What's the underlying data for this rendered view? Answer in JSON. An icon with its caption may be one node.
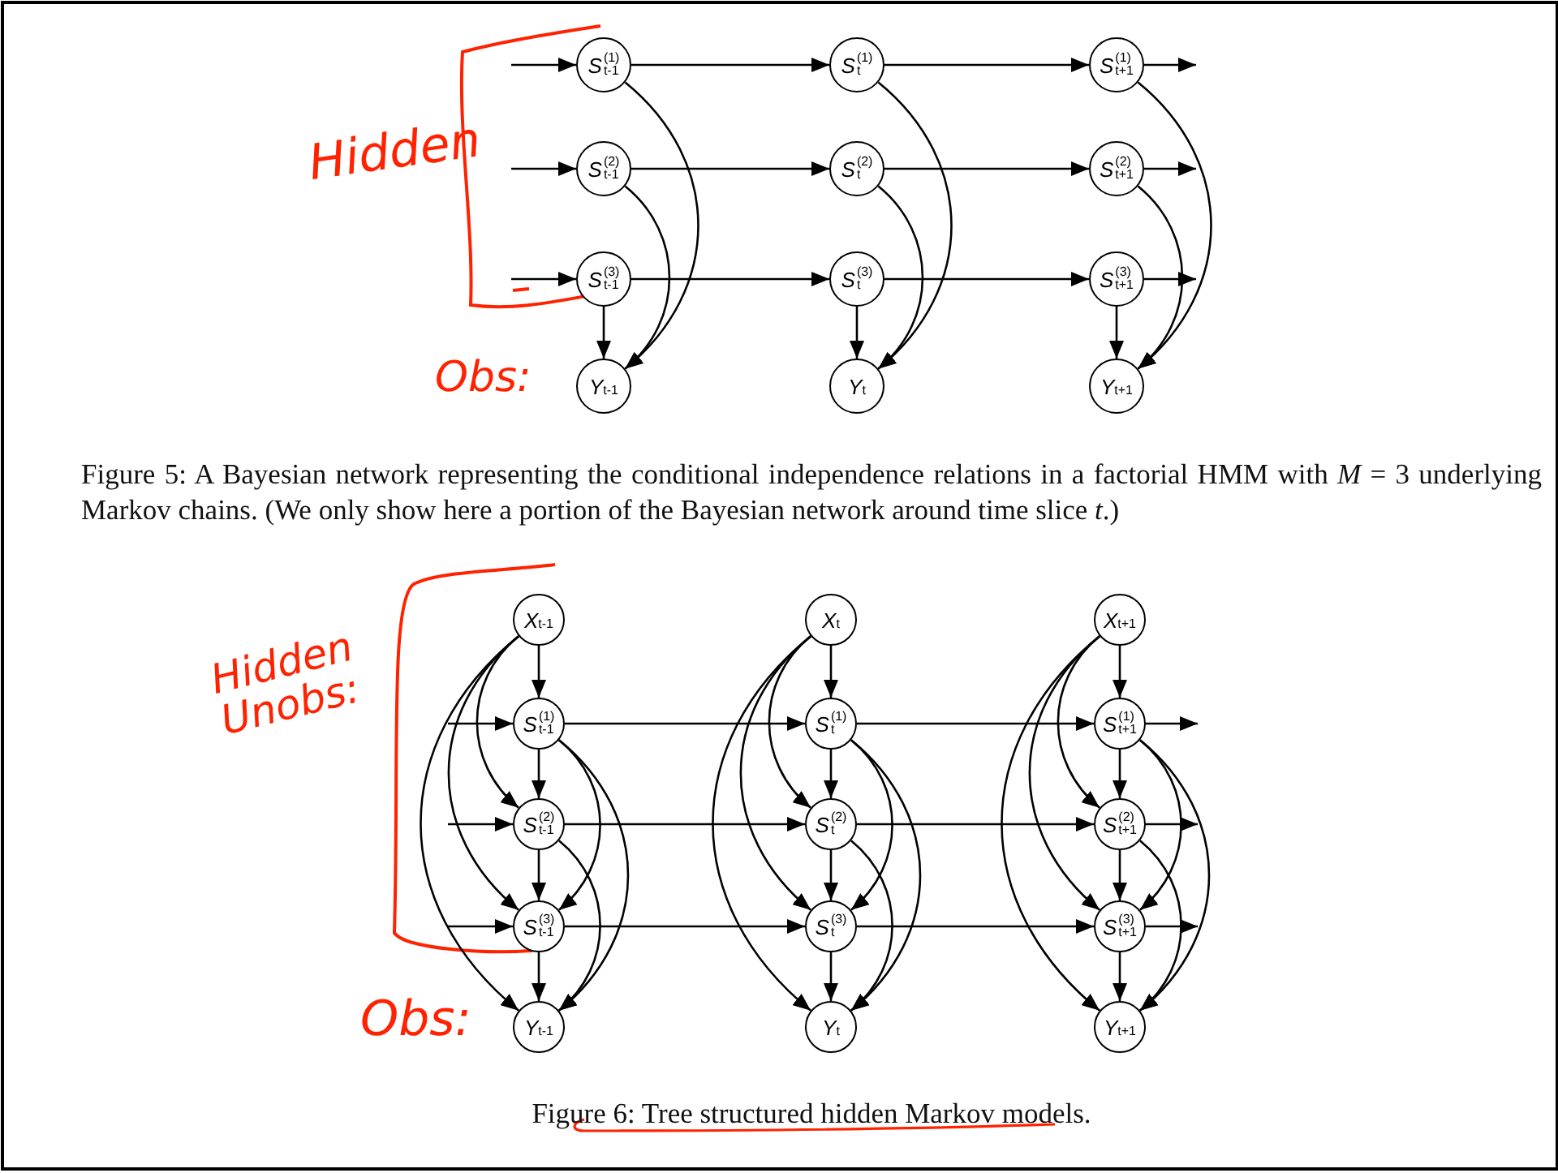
{
  "diagram": {
    "nodes": [
      {
        "text": [
          "*S*$^{(1)}$$_{t-1}$"
        ]
      },
      {
        "text": [
          "*S*$^{(1)}$$_{t}$"
        ]
      },
      {
        "text": [
          "*S*$^{(1)}$$_{t+1}$"
        ]
      },
      {
        "text": [
          "*S*$^{(2)}$$_{t-1}$"
        ]
      },
      {
        "text": [
          "*S*$^{(2)}$$_{t}$"
        ]
      },
      {
        "text": [
          "*S*$^{(2)}$$_{t+1}$"
        ]
      },
      {
        "text": [
          "*S*$^{(3)}$$_{t-1}$"
        ]
      },
      {
        "text": [
          "*S*$^{(3)}$$_{t}$"
        ]
      },
      {
        "text": [
          "*S*$^{(3)}$$_{t+1}$"
        ]
      },
      {
        "text": [
          "*Y*$_{t-1}$"
        ]
      },
      {
        "text": [
          "*Y*$_{t}$"
        ]
      },
      {
        "text": [
          "*Y*$_{t+1}$"
        ]
      },
      {
        "text": [
          "*X*$_{t-1}$"
        ]
      },
      {
        "text": [
          "*X*$_{t}$"
        ]
      },
      {
        "text": [
          "*X*$_{t+1}$"
        ]
      },
      {
        "text": [
          "*S*$^{(1)}$$_{t-1}$"
        ]
      },
      {
        "text": [
          "*S*$^{(1)}$$_{t}$"
        ]
      },
      {
        "text": [
          "*S*$^{(1)}$$_{t+1}$"
        ]
      },
      {
        "text": [
          "*S*$^{(2)}$$_{t-1}$"
        ]
      },
      {
        "text": [
          "*S*$^{(2)}$$_{t}$"
        ]
      },
      {
        "text": [
          "*S*$^{(2)}$$_{t+1}$"
        ]
      },
      {
        "text": [
          "*S*$^{(3)}$$_{t-1}$"
        ]
      },
      {
        "text": [
          "*S*$^{(3)}$$_{t}$"
        ]
      },
      {
        "text": [
          "*S*$^{(3)}$$_{t+1}$"
        ]
      },
      {
        "text": [
          "*Y*$_{t-1}$"
        ]
      },
      {
        "text": [
          "*Y*$_{t}$"
        ]
      },
      {
        "text": [
          "*Y*$_{t+1}$"
        ]
      }
    ],
    "edges": [
      {
        "from": null,
        "to": 0,
        "arrow": "to"
      },
      {
        "from": 0,
        "to": 1,
        "arrow": "to"
      },
      {
        "from": 1,
        "to": 2,
        "arrow": "to"
      },
      {
        "from": 2,
        "to": null,
        "arrow": "to"
      },
      {
        "from": null,
        "to": 3,
        "arrow": "to"
      },
      {
        "from": 3,
        "to": 4,
        "arrow": "to"
      },
      {
        "from": 4,
        "to": 5,
        "arrow": "to"
      },
      {
        "from": 5,
        "to": null,
        "arrow": "to"
      },
      {
        "from": null,
        "to": 6,
        "arrow": "to"
      },
      {
        "from": 6,
        "to": 7,
        "arrow": "to"
      },
      {
        "from": 7,
        "to": 8,
        "arrow": "to"
      },
      {
        "from": 8,
        "to": null,
        "arrow": "to"
      },
      {
        "from": 0,
        "to": 9,
        "arrow": "to"
      },
      {
        "from": 3,
        "to": 9,
        "arrow": "to"
      },
      {
        "from": 6,
        "to": 9,
        "arrow": "to"
      },
      {
        "from": 1,
        "to": 10,
        "arrow": "to"
      },
      {
        "from": 4,
        "to": 10,
        "arrow": "to"
      },
      {
        "from": 7,
        "to": 10,
        "arrow": "to"
      },
      {
        "from": 2,
        "to": 11,
        "arrow": "to"
      },
      {
        "from": 5,
        "to": 11,
        "arrow": "to"
      },
      {
        "from": 8,
        "to": 11,
        "arrow": "to"
      },
      {
        "from": 12,
        "to": 15,
        "arrow": "to"
      },
      {
        "from": 12,
        "to": 18,
        "arrow": "to"
      },
      {
        "from": 12,
        "to": 21,
        "arrow": "to"
      },
      {
        "from": 12,
        "to": 24,
        "arrow": "to"
      },
      {
        "from": 15,
        "to": 18,
        "arrow": "to"
      },
      {
        "from": 15,
        "to": 21,
        "arrow": "to"
      },
      {
        "from": 15,
        "to": 24,
        "arrow": "to"
      },
      {
        "from": 18,
        "to": 21,
        "arrow": "to"
      },
      {
        "from": 18,
        "to": 24,
        "arrow": "to"
      },
      {
        "from": 21,
        "to": 24,
        "arrow": "to"
      },
      {
        "from": 13,
        "to": 16,
        "arrow": "to"
      },
      {
        "from": 13,
        "to": 19,
        "arrow": "to"
      },
      {
        "from": 13,
        "to": 22,
        "arrow": "to"
      },
      {
        "from": 13,
        "to": 25,
        "arrow": "to"
      },
      {
        "from": 16,
        "to": 19,
        "arrow": "to"
      },
      {
        "from": 16,
        "to": 22,
        "arrow": "to"
      },
      {
        "from": 16,
        "to": 25,
        "arrow": "to"
      },
      {
        "from": 19,
        "to": 22,
        "arrow": "to"
      },
      {
        "from": 19,
        "to": 25,
        "arrow": "to"
      },
      {
        "from": 22,
        "to": 25,
        "arrow": "to"
      },
      {
        "from": 14,
        "to": 17,
        "arrow": "to"
      },
      {
        "from": 14,
        "to": 20,
        "arrow": "to"
      },
      {
        "from": 14,
        "to": 23,
        "arrow": "to"
      },
      {
        "from": 14,
        "to": 26,
        "arrow": "to"
      },
      {
        "from": 17,
        "to": 20,
        "arrow": "to"
      },
      {
        "from": 17,
        "to": 23,
        "arrow": "to"
      },
      {
        "from": 17,
        "to": 26,
        "arrow": "to"
      },
      {
        "from": 20,
        "to": 23,
        "arrow": "to"
      },
      {
        "from": 20,
        "to": 26,
        "arrow": "to"
      },
      {
        "from": 23,
        "to": 26,
        "arrow": "to"
      },
      {
        "from": null,
        "to": 15,
        "arrow": "to"
      },
      {
        "from": 15,
        "to": 16,
        "arrow": "to"
      },
      {
        "from": 16,
        "to": 17,
        "arrow": "to"
      },
      {
        "from": 17,
        "to": null,
        "arrow": "to"
      },
      {
        "from": null,
        "to": 18,
        "arrow": "to"
      },
      {
        "from": 18,
        "to": 19,
        "arrow": "to"
      },
      {
        "from": 19,
        "to": 20,
        "arrow": "to"
      },
      {
        "from": 20,
        "to": null,
        "arrow": "to"
      },
      {
        "from": null,
        "to": 21,
        "arrow": "to"
      },
      {
        "from": 21,
        "to": 22,
        "arrow": "to"
      },
      {
        "from": 22,
        "to": 23,
        "arrow": "to"
      },
      {
        "from": 23,
        "to": null,
        "arrow": "to"
      }
    ],
    "labels": [
      "Hidden",
      "Obs:",
      "Figure 5: A Bayesian network representing the conditional independence relations in a factorial HMM with *M* = 3 underlying Markov chains. (We only show here a portion of the Bayesian network around time slice *t*.)",
      "Hidden Unobs:",
      "Obs:",
      "Figure 6: Tree structured hidden Markov models."
    ]
  }
}
